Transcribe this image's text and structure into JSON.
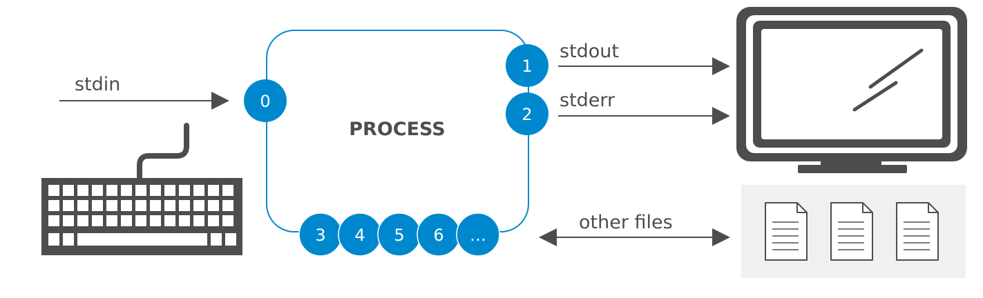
{
  "colors": {
    "accent": "#0088ce",
    "box_stroke": "#0088ce",
    "gray_dark": "#4d4d4d",
    "text": "#4d4d4d",
    "files_bg": "#f0f0f0",
    "fd_text": "#ffffff"
  },
  "process": {
    "label": "PROCESS"
  },
  "streams": {
    "stdin": "stdin",
    "stdout": "stdout",
    "stderr": "stderr",
    "other_files": "other files"
  },
  "descriptors": {
    "stdin": "0",
    "stdout": "1",
    "stderr": "2",
    "others": [
      "3",
      "4",
      "5",
      "6",
      "…"
    ]
  },
  "icons": {
    "keyboard": "keyboard-icon",
    "monitor": "monitor-icon",
    "document": "document-icon"
  }
}
